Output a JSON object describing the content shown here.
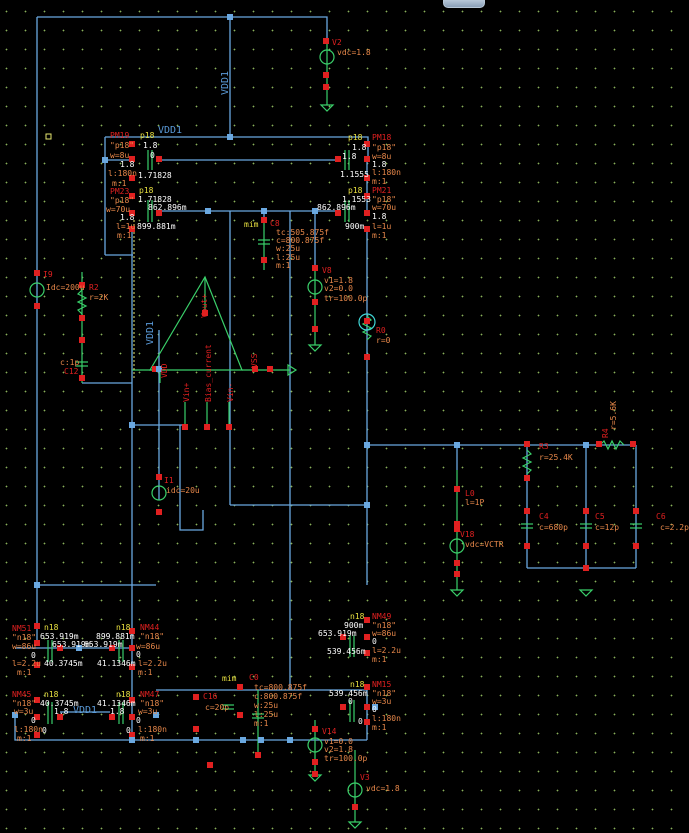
{
  "window": {
    "top_button": ""
  },
  "schematic": {
    "nets": {
      "vdd1_top": "VDD1",
      "vdd1_rail": "VDD1",
      "vdd1_amp": "VDD1",
      "vdd1_bottom": "VDD1"
    },
    "sources": {
      "v2": {
        "name": "V2",
        "param": "vdc=1.8"
      },
      "v3": {
        "name": "V3",
        "param": "vdc=1.8"
      },
      "v8": {
        "name": "V8",
        "v1": "v1=1.8",
        "v2": "v2=0.0",
        "tr": "tr=100.0p"
      },
      "v14": {
        "name": "V14",
        "v1": "v1=0.0",
        "v2": "v2=1.8",
        "tr": "tr=100.0p"
      },
      "v18": {
        "name": "V18",
        "param": "vdc=VCTR"
      },
      "i9": {
        "name": "I9",
        "param": "Idc=200u"
      },
      "i1": {
        "name": "I1",
        "param": "idc=20u"
      }
    },
    "passives": {
      "r2": {
        "name": "R2",
        "param": "r=2K"
      },
      "r3": {
        "name": "R3",
        "param": "r=25.4K"
      },
      "r4": {
        "name": "R4",
        "param": "r=5.6K"
      },
      "r0": {
        "name": "R0",
        "param": "r=0"
      },
      "c12": {
        "name": "C12",
        "param": "c:1p"
      },
      "c4": {
        "name": "C4",
        "param": "c=680p"
      },
      "c5": {
        "name": "C5",
        "param": "c=12p"
      },
      "c6": {
        "name": "C6",
        "param": "c=2.2p"
      },
      "c16": {
        "name": "C16",
        "param": "c=20p"
      },
      "l0": {
        "name": "L0",
        "param": "l=1P"
      },
      "c8": {
        "name": "C8",
        "model": "mim",
        "tc": "tc:505.875f",
        "c": "c=800.875f",
        "w": "w:25u",
        "l": "l:25u",
        "m": "m:1"
      },
      "c0": {
        "name": "C0",
        "model": "mim",
        "tc": "tc=800.875f",
        "c": "c:800.875f",
        "w": "w:25u",
        "l": "l:25u",
        "m": "m:1"
      }
    },
    "pmos": {
      "pm19": {
        "name": "PM19",
        "model": "\"p18\"",
        "sub": "p18",
        "w": "w=8u",
        "l": "l:180n",
        "m": "m:1",
        "op_g": "1.8",
        "op_b": "1.8",
        "op_d": "1.71828",
        "op_s": "0"
      },
      "pm23": {
        "name": "PM23",
        "model": "\"p18\"",
        "sub": "p18",
        "w": "w=70u",
        "l": "l=1u",
        "m": "m:1",
        "op_s": "1.71828",
        "op_b": "1.8",
        "op_g": "862.896m",
        "op_d": "899.881m"
      },
      "pm18": {
        "name": "PM18",
        "model": "\"p18\"",
        "sub": "p18",
        "w": "w=8u",
        "l": "l:180n",
        "m": "m:1",
        "op_g": "1.8",
        "op_b": "1.8",
        "op_s": "1.8",
        "op_d": "1.1555"
      },
      "pm21": {
        "name": "PM21",
        "model": "\"p18\"",
        "sub": "p18",
        "w": "w=70u",
        "l": "l=1u",
        "m": "m:1",
        "op_s": "1.1553",
        "op_g": "862.896m",
        "op_b": "1.8",
        "op_d": "900m"
      }
    },
    "nmos": {
      "nm51": {
        "name": "NM51",
        "model": "\"n18\"",
        "sub": "n18",
        "w": "w=86u",
        "l": "l=2.2u",
        "m": "m:1",
        "op_d": "653.919m",
        "op_g": "653.919m",
        "op_b": "0",
        "op_s": "40.3745m"
      },
      "nm44": {
        "name": "NM44",
        "model": "\"n18\"",
        "sub": "n18",
        "w": "w=86u",
        "l": "l=2.2u",
        "m": "m:1",
        "op_d": "899.881m",
        "op_g": "653.919m",
        "op_b": "0",
        "op_s": "41.1346m"
      },
      "nm45": {
        "name": "NM45",
        "model": "\"n18\"",
        "sub": "n18",
        "w": "w=3u",
        "l": "l:180n",
        "m": "m:1",
        "op_d": "40.3745m",
        "op_g": "1.8",
        "op_b": "0",
        "op_s": "0"
      },
      "nm47": {
        "name": "NM47",
        "model": "\"n18\"",
        "sub": "n18",
        "w": "w=3u",
        "l": "l:180n",
        "m": "m:1",
        "op_d": "41.1346m",
        "op_g": "1.8",
        "op_b": "0",
        "op_s": "0"
      },
      "nm49": {
        "name": "NM49",
        "model": "\"n18\"",
        "sub": "n18",
        "w": "w=86u",
        "l": "l=2.2u",
        "m": "m:1",
        "op_d": "900m",
        "op_g": "653.919m",
        "op_b": "0",
        "op_s": "539.456m"
      },
      "nm15": {
        "name": "NM15",
        "model": "\"n18\"",
        "sub": "n18",
        "w": "w=3u",
        "l": "l:180n",
        "m": "m:1",
        "op_d": "539.456m",
        "op_g": "0",
        "op_b": "0",
        "op_s": "0"
      }
    },
    "opamp": {
      "vout": "Vout+",
      "vdd": "VDD",
      "vss": "VSS",
      "vinp": "Vin+",
      "bias": "Bias_current",
      "vinm": "Vin-"
    }
  }
}
